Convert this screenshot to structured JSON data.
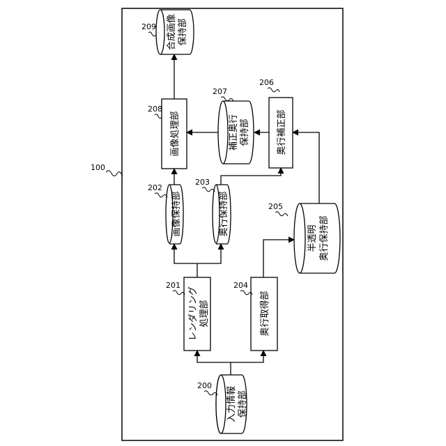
{
  "figure": {
    "system_ref": "100",
    "nodes": {
      "input_info_store": {
        "ref": "200",
        "lines": [
          "入力情報",
          "保持部"
        ],
        "shape": "cylinder"
      },
      "rendering_unit": {
        "ref": "201",
        "lines": [
          "レンダリング",
          "処理部"
        ],
        "shape": "box"
      },
      "image_store": {
        "ref": "202",
        "lines": [
          "画像保持部"
        ],
        "shape": "cylinder"
      },
      "depth_store": {
        "ref": "203",
        "lines": [
          "奥行保持部"
        ],
        "shape": "cylinder"
      },
      "depth_acquisition_unit": {
        "ref": "204",
        "lines": [
          "奥行取得部"
        ],
        "shape": "box"
      },
      "translucent_depth_store": {
        "ref": "205",
        "lines": [
          "半透明",
          "奥行保持部"
        ],
        "shape": "cylinder"
      },
      "depth_correction_unit": {
        "ref": "206",
        "lines": [
          "奥行補正部"
        ],
        "shape": "box"
      },
      "corrected_depth_store": {
        "ref": "207",
        "lines": [
          "補正奥行",
          "保持部"
        ],
        "shape": "cylinder"
      },
      "image_processing_unit": {
        "ref": "208",
        "lines": [
          "画像処理部"
        ],
        "shape": "box"
      },
      "composite_image_store": {
        "ref": "209",
        "lines": [
          "合成画像",
          "保持部"
        ],
        "shape": "cylinder"
      }
    }
  }
}
